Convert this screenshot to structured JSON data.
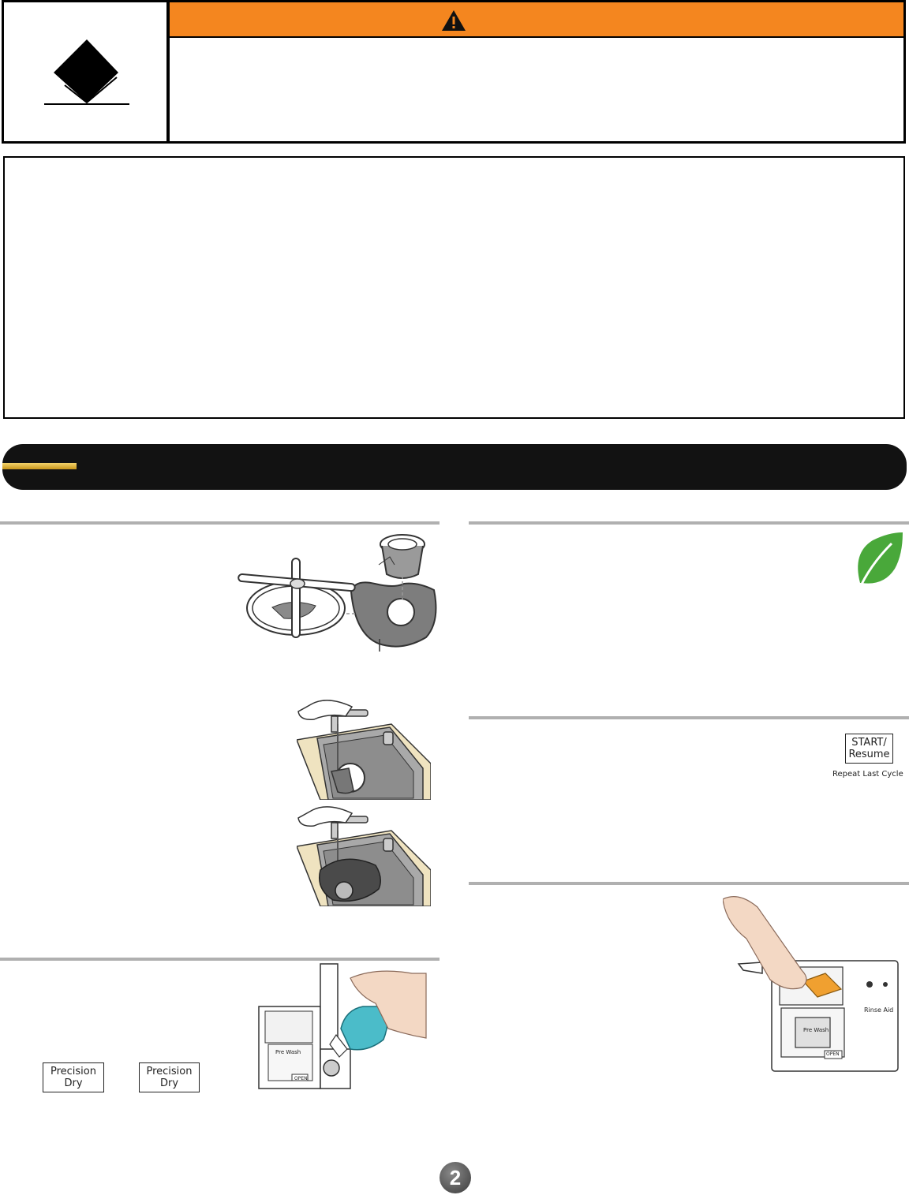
{
  "colors": {
    "warning_band": "#f4861f",
    "leaf_green": "#49a83a",
    "title_bar": "#121212",
    "gold": "#d9a52a"
  },
  "icons": {
    "warning": "warning-triangle-icon",
    "tip": "tip-diamond-icon",
    "leaf": "leaf-icon"
  },
  "buttons": {
    "precision_dry_1": {
      "line1": "Precision",
      "line2": "Dry"
    },
    "precision_dry_2": {
      "line1": "Precision",
      "line2": "Dry"
    },
    "start_resume": {
      "line1": "START/",
      "line2": "Resume",
      "caption": "Repeat Last Cycle"
    }
  },
  "illustrations": {
    "filter_labels": {
      "spray_arm": "",
      "upper_filter": "",
      "lower_filter": ""
    },
    "dispenser": {
      "pre_wash": "Pre Wash",
      "open": "OPEN",
      "rinse_aid": "Rinse Aid"
    }
  },
  "page": {
    "number": "2"
  }
}
